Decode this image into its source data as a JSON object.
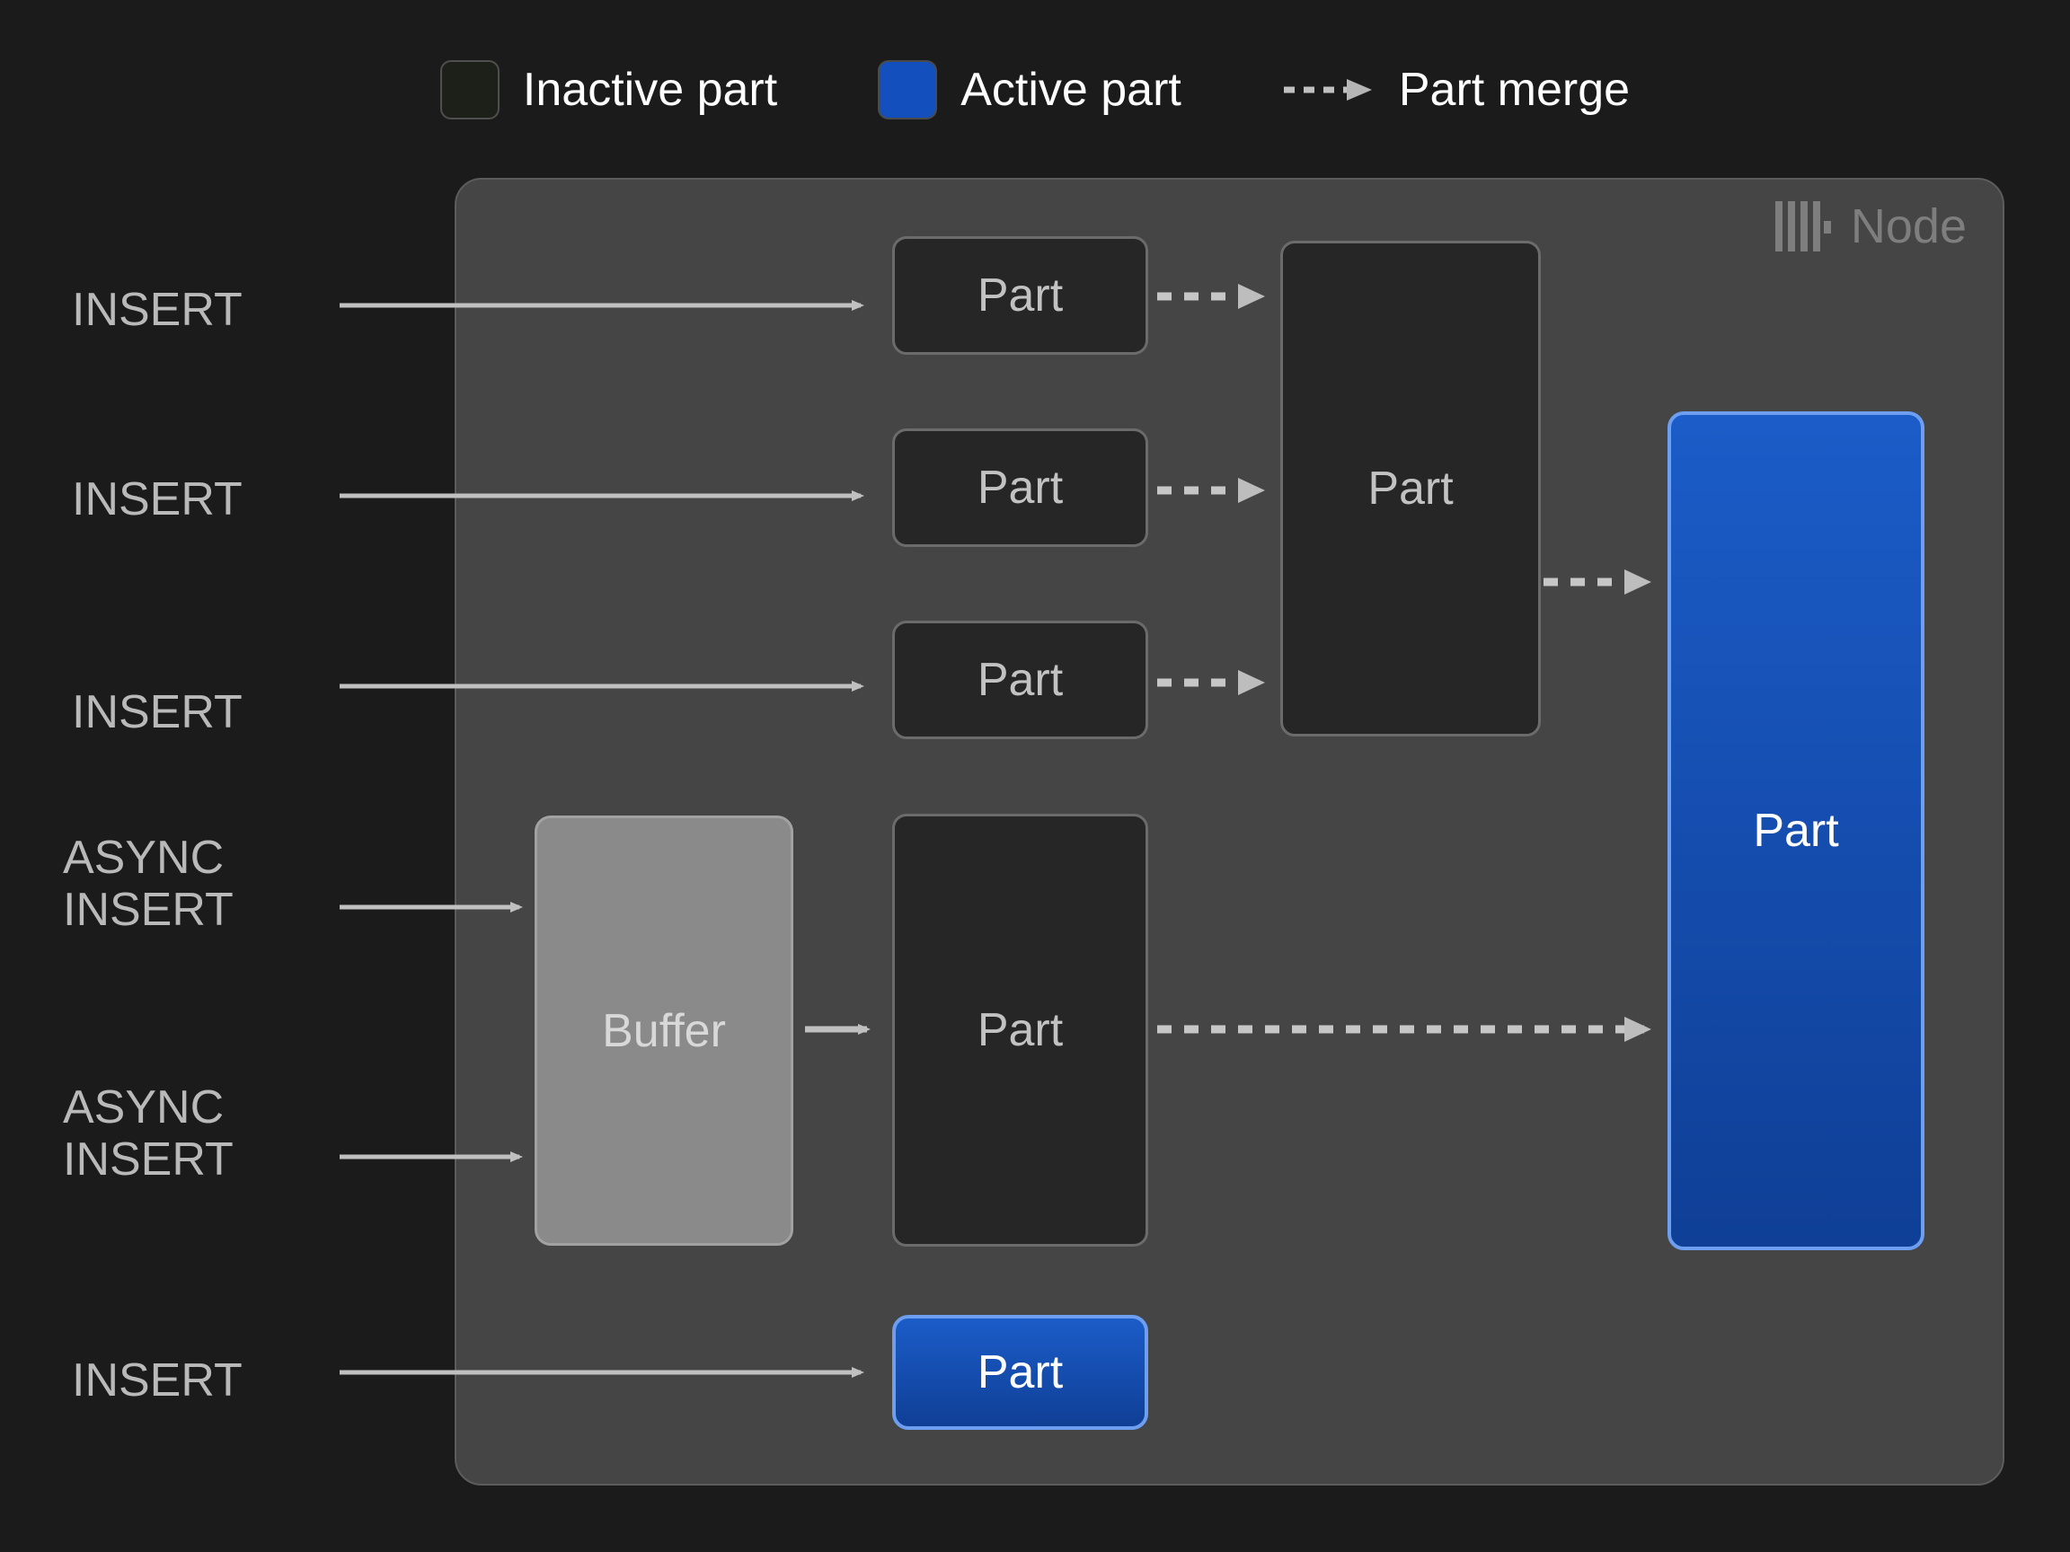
{
  "legend": {
    "items": [
      {
        "id": "inactive-part",
        "swatch": "inactive-part-swatch",
        "label": "Inactive part",
        "color": "#1d2019"
      },
      {
        "id": "active-part",
        "swatch": "active-part-swatch",
        "label": "Active part",
        "color": "#1350bd"
      },
      {
        "id": "part-merge",
        "swatch": "dashed-arrow-icon",
        "label": "Part merge",
        "color": "#c0c0c0"
      }
    ]
  },
  "node": {
    "badge_label": "Node",
    "logo_icon": "clickhouse-logo-icon",
    "background": "#454545",
    "border": "#5c5c5c"
  },
  "rows": [
    {
      "id": "row-1",
      "label": "INSERT"
    },
    {
      "id": "row-2",
      "label": "INSERT"
    },
    {
      "id": "row-3",
      "label": "INSERT"
    },
    {
      "id": "row-4",
      "label": "ASYNC\nINSERT"
    },
    {
      "id": "row-5",
      "label": "ASYNC\nINSERT"
    },
    {
      "id": "row-6",
      "label": "INSERT"
    }
  ],
  "boxes": {
    "part_1": {
      "label": "Part",
      "state": "inactive"
    },
    "part_2": {
      "label": "Part",
      "state": "inactive"
    },
    "part_3": {
      "label": "Part",
      "state": "inactive"
    },
    "part_merged": {
      "label": "Part",
      "state": "inactive"
    },
    "buffer": {
      "label": "Buffer",
      "state": "buffer"
    },
    "part_async": {
      "label": "Part",
      "state": "inactive"
    },
    "part_final": {
      "label": "Part",
      "state": "active"
    },
    "part_inserted": {
      "label": "Part",
      "state": "active"
    }
  },
  "colors": {
    "page_background": "#1b1b1b",
    "active_blue": "#1350bd",
    "active_blue_border": "#6e9ef0",
    "inactive_fill": "#262626",
    "inactive_border": "#6b6b6b",
    "buffer_fill": "#8a8a8a",
    "arrow": "#c0c0c0",
    "text_primary": "#ffffff",
    "text_muted": "#b9b9b9",
    "node_label": "#7e7e7e"
  }
}
